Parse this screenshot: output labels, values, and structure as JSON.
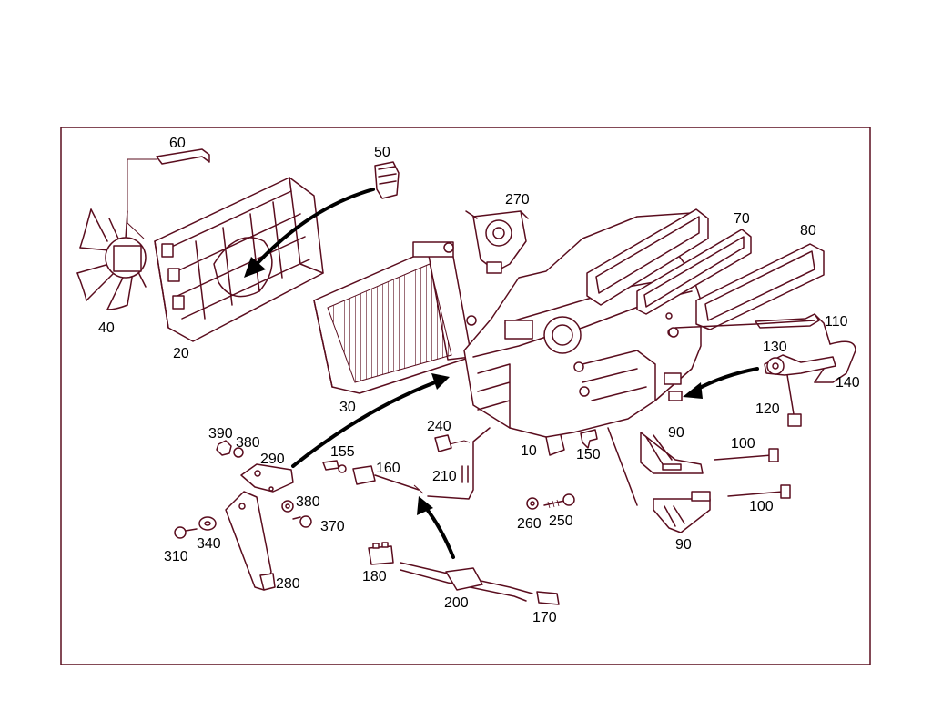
{
  "diagram": {
    "border_color": "#5a0d1e",
    "line_color": "#5a0d1e",
    "label_color": "#000000",
    "labels": {
      "p10": "10",
      "p20": "20",
      "p30": "30",
      "p40": "40",
      "p50": "50",
      "p60": "60",
      "p70": "70",
      "p80": "80",
      "p90a": "90",
      "p90b": "90",
      "p100a": "100",
      "p100b": "100",
      "p110": "110",
      "p120": "120",
      "p130": "130",
      "p140": "140",
      "p150": "150",
      "p155": "155",
      "p160": "160",
      "p170": "170",
      "p180": "180",
      "p200": "200",
      "p210": "210",
      "p240": "240",
      "p250": "250",
      "p260": "260",
      "p270": "270",
      "p280": "280",
      "p290": "290",
      "p310": "310",
      "p340": "340",
      "p370": "370",
      "p380a": "380",
      "p380b": "380",
      "p390": "390"
    }
  }
}
